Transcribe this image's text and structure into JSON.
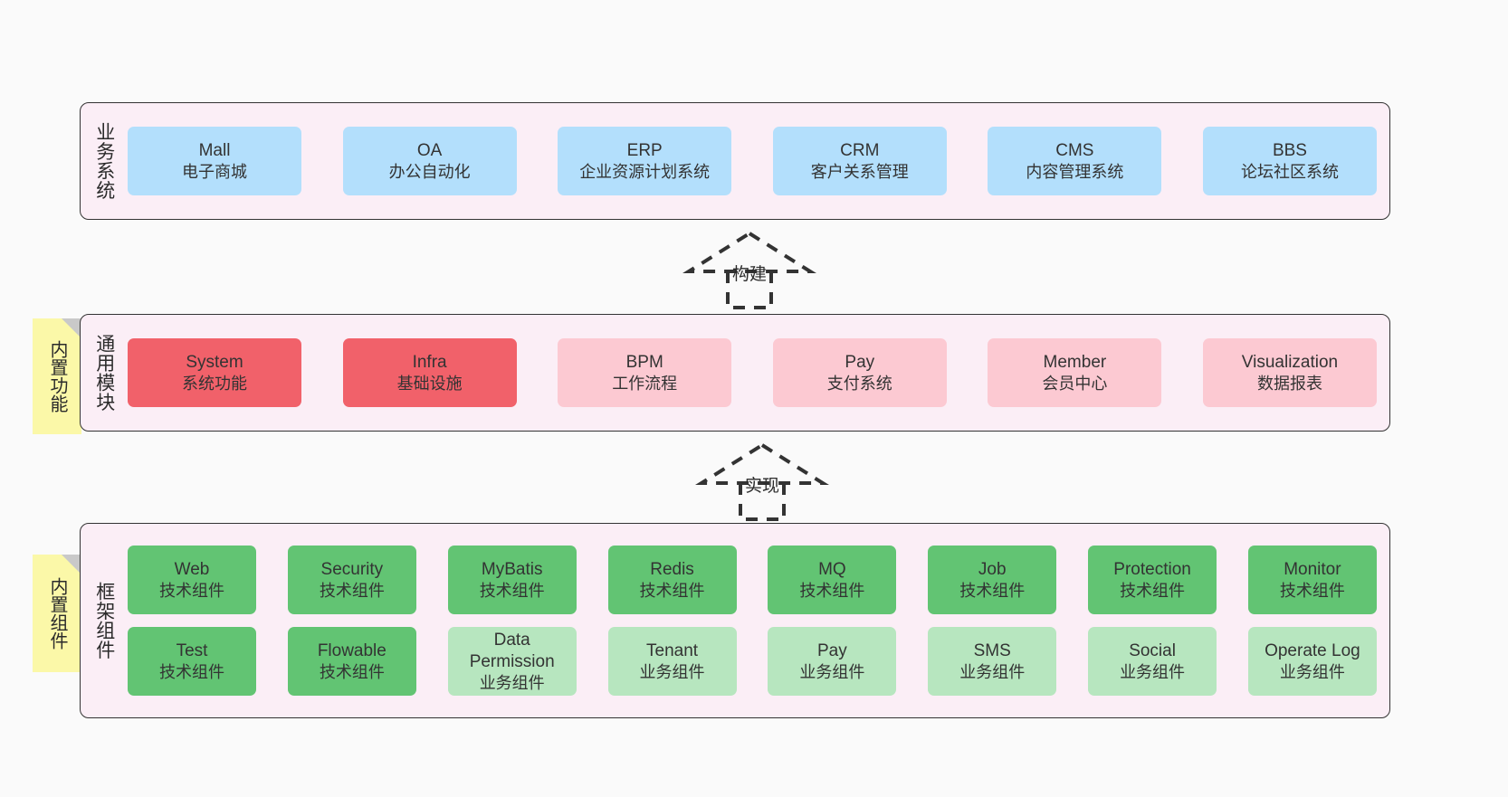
{
  "diagram": {
    "background": "#fafafa",
    "layer_fill": "#fbeef6",
    "layer_border": "#333333",
    "sticky_fill": "#fbf8a8",
    "colors": {
      "business": "#b3dffc",
      "module_core": "#f1616a",
      "module_other": "#fcc9d2",
      "component_tech": "#62c473",
      "component_biz": "#b7e6bf"
    }
  },
  "layers": {
    "business": {
      "title": "业务系统",
      "items": [
        {
          "en": "Mall",
          "cn": "电子商城"
        },
        {
          "en": "OA",
          "cn": "办公自动化"
        },
        {
          "en": "ERP",
          "cn": "企业资源计划系统"
        },
        {
          "en": "CRM",
          "cn": "客户关系管理"
        },
        {
          "en": "CMS",
          "cn": "内容管理系统"
        },
        {
          "en": "BBS",
          "cn": "论坛社区系统"
        }
      ]
    },
    "modules": {
      "title": "通用模块",
      "sticky": "内置功能",
      "items": [
        {
          "en": "System",
          "cn": "系统功能",
          "variant": "red"
        },
        {
          "en": "Infra",
          "cn": "基础设施",
          "variant": "red"
        },
        {
          "en": "BPM",
          "cn": "工作流程",
          "variant": "pink"
        },
        {
          "en": "Pay",
          "cn": "支付系统",
          "variant": "pink"
        },
        {
          "en": "Member",
          "cn": "会员中心",
          "variant": "pink"
        },
        {
          "en": "Visualization",
          "cn": "数据报表",
          "variant": "pink"
        }
      ]
    },
    "framework": {
      "title": "框架组件",
      "sticky": "内置组件",
      "row1": [
        {
          "en": "Web",
          "cn": "技术组件"
        },
        {
          "en": "Security",
          "cn": "技术组件"
        },
        {
          "en": "MyBatis",
          "cn": "技术组件"
        },
        {
          "en": "Redis",
          "cn": "技术组件"
        },
        {
          "en": "MQ",
          "cn": "技术组件"
        },
        {
          "en": "Job",
          "cn": "技术组件"
        },
        {
          "en": "Protection",
          "cn": "技术组件"
        },
        {
          "en": "Monitor",
          "cn": "技术组件"
        }
      ],
      "row2": [
        {
          "en": "Test",
          "cn": "技术组件",
          "variant": "green"
        },
        {
          "en": "Flowable",
          "cn": "技术组件",
          "variant": "green"
        },
        {
          "en": "Data Permission",
          "cn": "业务组件",
          "variant": "lightgreen"
        },
        {
          "en": "Tenant",
          "cn": "业务组件",
          "variant": "lightgreen"
        },
        {
          "en": "Pay",
          "cn": "业务组件",
          "variant": "lightgreen"
        },
        {
          "en": "SMS",
          "cn": "业务组件",
          "variant": "lightgreen"
        },
        {
          "en": "Social",
          "cn": "业务组件",
          "variant": "lightgreen"
        },
        {
          "en": "Operate Log",
          "cn": "业务组件",
          "variant": "lightgreen"
        }
      ]
    }
  },
  "connectors": [
    {
      "label": "构建"
    },
    {
      "label": "实现"
    }
  ]
}
